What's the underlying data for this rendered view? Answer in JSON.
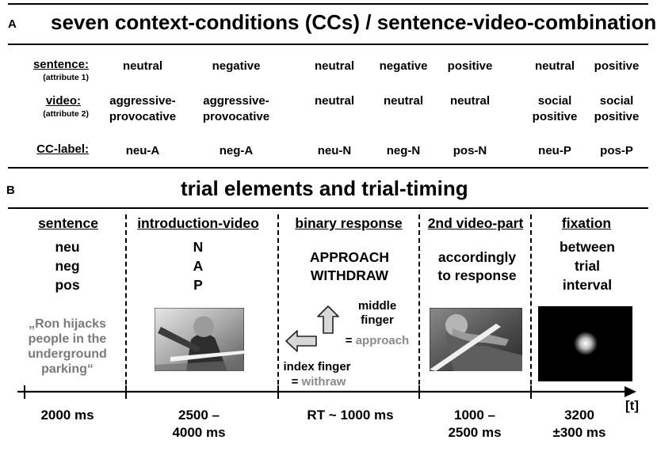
{
  "panel_a": {
    "letter": "A",
    "title": "seven context-conditions (CCs) / sentence-video-combinations",
    "row_labels": {
      "sentence": "sentence",
      "sentence_colon": ":",
      "sentence_sub": "(attribute 1)",
      "video": "video",
      "video_colon": ":",
      "video_sub": "(attribute 2)",
      "cc_label": "CC-label",
      "cc_colon": ":"
    },
    "conditions": [
      {
        "sentence": "neutral",
        "video_1": "aggressive-",
        "video_2": "provocative",
        "label": "neu-A"
      },
      {
        "sentence": "negative",
        "video_1": "aggressive-",
        "video_2": "provocative",
        "label": "neg-A"
      },
      {
        "sentence": "neutral",
        "video_1": "neutral",
        "video_2": "",
        "label": "neu-N"
      },
      {
        "sentence": "negative",
        "video_1": "neutral",
        "video_2": "",
        "label": "neg-N"
      },
      {
        "sentence": "positive",
        "video_1": "neutral",
        "video_2": "",
        "label": "pos-N"
      },
      {
        "sentence": "neutral",
        "video_1": "social",
        "video_2": "positive",
        "label": "neu-P"
      },
      {
        "sentence": "positive",
        "video_1": "social",
        "video_2": "positive",
        "label": "pos-P"
      }
    ]
  },
  "panel_b": {
    "letter": "B",
    "title": "trial elements and trial-timing",
    "phases": [
      {
        "heading": "sentence",
        "lines": [
          "neu",
          "neg",
          "pos"
        ],
        "time_1": "2000 ms",
        "time_2": ""
      },
      {
        "heading": "introduction-video",
        "lines": [
          "N",
          "A",
          "P"
        ],
        "time_1": "2500 –",
        "time_2": "4000 ms"
      },
      {
        "heading": "binary response",
        "lines": [
          "APPROACH",
          "WITHDRAW"
        ],
        "time_1": "RT ~ 1000 ms",
        "time_2": ""
      },
      {
        "heading": "2nd video-part",
        "lines": [
          "accordingly",
          "to response"
        ],
        "time_1": "1000 –",
        "time_2": "2500 ms"
      },
      {
        "heading": "fixation",
        "lines": [
          "between",
          "trial",
          "interval"
        ],
        "time_1": "3200",
        "time_2": "±300 ms"
      }
    ],
    "example_sentence": [
      "„Ron hijacks",
      "people in the",
      "underground",
      "parking“"
    ],
    "middle_finger": {
      "line1": "middle",
      "line2": "finger",
      "prefix": "= ",
      "action": "approach"
    },
    "index_finger": {
      "line1": "index finger",
      "prefix": "= ",
      "action": "withraw"
    },
    "axis_unit": "[t]",
    "colors": {
      "grey_text": "#8a8a8a",
      "arrow_fill": "#d8d8d8"
    }
  }
}
